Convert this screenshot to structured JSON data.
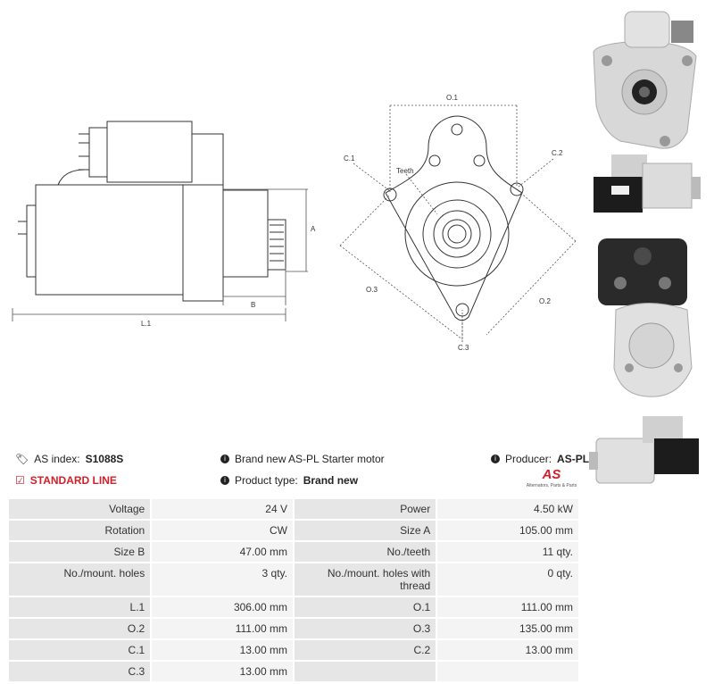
{
  "drawing": {
    "labels": {
      "a": "A",
      "b": "B",
      "l1": "L.1",
      "o1": "O.1",
      "o2": "O.2",
      "o3": "O.3",
      "c1": "C.1",
      "c2": "C.2",
      "c3": "C.3",
      "teeth": "Teeth"
    }
  },
  "info": {
    "as_index_label": "AS index:",
    "as_index_value": "S1088S",
    "description": "Brand new AS-PL Starter motor",
    "producer_label": "Producer:",
    "producer_value": "AS-PL",
    "standard_line": "STANDARD LINE",
    "product_type_label": "Product type:",
    "product_type_value": "Brand new",
    "logo_text": "AS",
    "logo_tagline": "Alternators, Parts & Parts"
  },
  "specs": [
    {
      "l1": "Voltage",
      "v1": "24 V",
      "l2": "Power",
      "v2": "4.50 kW"
    },
    {
      "l1": "Rotation",
      "v1": "CW",
      "l2": "Size A",
      "v2": "105.00 mm"
    },
    {
      "l1": "Size B",
      "v1": "47.00 mm",
      "l2": "No./teeth",
      "v2": "11 qty."
    },
    {
      "l1": "No./mount. holes",
      "v1": "3 qty.",
      "l2": "No./mount. holes with thread",
      "v2": "0 qty."
    },
    {
      "l1": "L.1",
      "v1": "306.00 mm",
      "l2": "O.1",
      "v2": "111.00 mm"
    },
    {
      "l1": "O.2",
      "v1": "111.00 mm",
      "l2": "O.3",
      "v2": "135.00 mm"
    },
    {
      "l1": "C.1",
      "v1": "13.00 mm",
      "l2": "C.2",
      "v2": "13.00 mm"
    },
    {
      "l1": "C.3",
      "v1": "13.00 mm",
      "l2": "",
      "v2": ""
    }
  ]
}
